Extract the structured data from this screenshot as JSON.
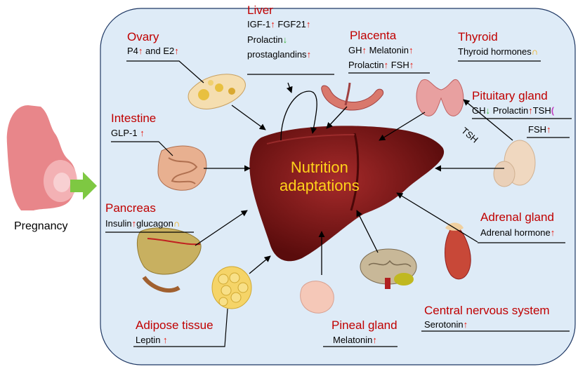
{
  "pregnancy_label": "Pregnancy",
  "center": {
    "line1": "Nutrition",
    "line2": "adaptations"
  },
  "tsh_arrow_label": "TSH",
  "organs": {
    "ovary": {
      "title": "Ovary",
      "line1": "P4",
      "line1b": "and E2"
    },
    "liver": {
      "title": "Liver",
      "line1a": "IGF-1",
      "line1b": "FGF21",
      "line2": "Prolactin",
      "line3": "prostaglandins"
    },
    "placenta": {
      "title": "Placenta",
      "line1a": "GH",
      "line1b": "Melatonin",
      "line2a": "Prolactin",
      "line2b": "FSH"
    },
    "thyroid": {
      "title": "Thyroid",
      "line1": "Thyroid hormones"
    },
    "pituitary": {
      "title": "Pituitary gland",
      "line1a": "GH",
      "line1b": "Prolactin",
      "line1c": "TSH",
      "line2": "FSH"
    },
    "intestine": {
      "title": "Intestine",
      "line1": "GLP-1"
    },
    "pancreas": {
      "title": "Pancreas",
      "line1a": "Insulin",
      "line1b": "glucagon"
    },
    "adrenal": {
      "title": "Adrenal gland",
      "line1": "Adrenal hormone"
    },
    "cns": {
      "title": "Central nervous system",
      "line1": "Serotonin"
    },
    "pineal": {
      "title": "Pineal gland",
      "line1": "Melatonin"
    },
    "adipose": {
      "title": "Adipose tissue",
      "line1": "Leptin"
    }
  },
  "colors": {
    "title_red": "#c00000",
    "panel_fill": "#deebf7",
    "panel_border": "#1f3864",
    "liver": "#7a1414",
    "center_text": "#ffd21a",
    "up_arrow": "#e8160c",
    "down_arrow": "#3cb43c",
    "wave": "#f2a900"
  },
  "icons": [
    "up-arrow-icon",
    "down-arrow-icon",
    "wave-icon",
    "green-right-arrow-icon"
  ]
}
